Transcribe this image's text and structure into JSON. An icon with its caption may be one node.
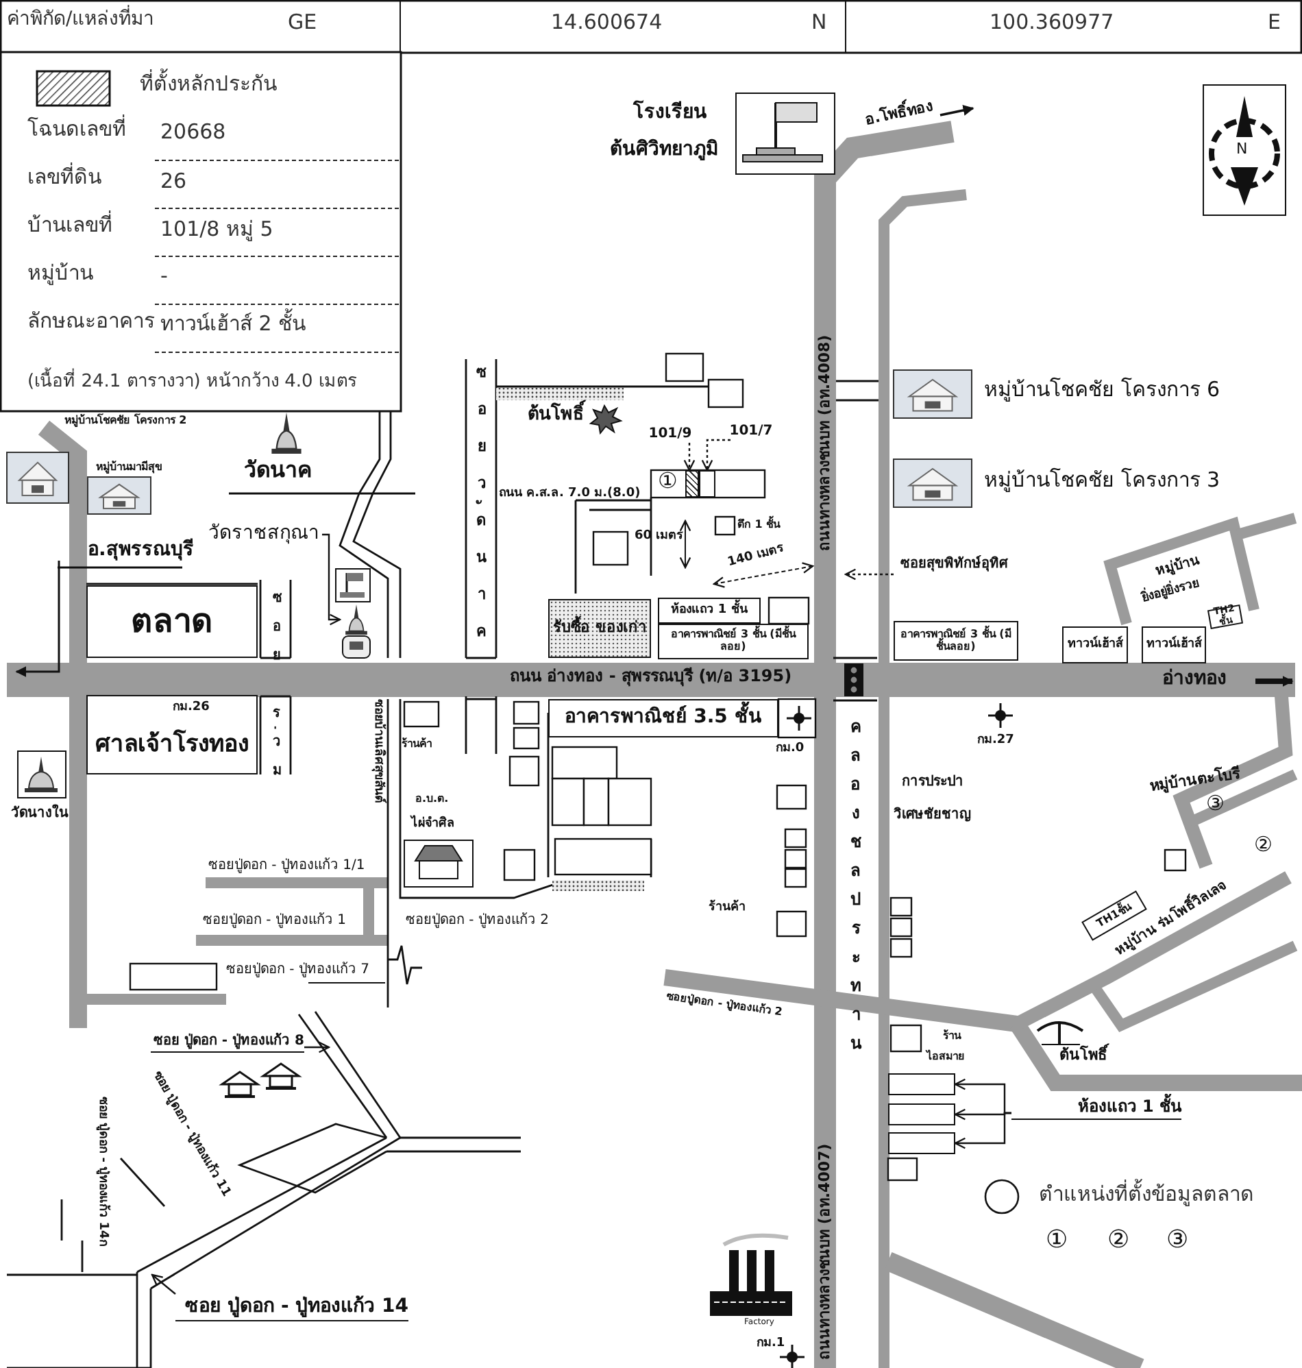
{
  "diagram": {
    "nodes": [
      {
        "text": [
          "ตลาด"
        ]
      },
      {
        "text": [
          "ศาลเจ้าโรงทอง"
        ]
      },
      {
        "text": [
          "รับซื้อ ของเก่า"
        ]
      },
      {
        "text": [
          "ห้องแถว 1 ชั้น"
        ]
      },
      {
        "text": [
          "อาคารพาณิชย์ 3 ชั้น (มีชั้นลอย)"
        ]
      },
      {
        "text": [
          "อาคารพาณิชย์ 3 ชั้น (มีชั้นลอย)"
        ]
      },
      {
        "text": [
          "ทาวน์เฮ้าส์"
        ]
      },
      {
        "text": [
          "ทาวน์เฮ้าส์"
        ]
      },
      {
        "text": [
          "TH2 ชั้น"
        ]
      },
      {
        "text": [
          "อาคารพาณิชย์ 3.5 ชั้น"
        ]
      },
      {
        "text": [
          "TH1ชั้น"
        ]
      },
      {
        "text": [
          "วัดราชสกุณา"
        ]
      },
      {
        "text": [],
        "shape": "picture"
      },
      {
        "text": [
          "101/9"
        ]
      },
      {
        "text": [
          "101/7"
        ]
      },
      {
        "text": [],
        "shape": "box"
      },
      {
        "text": [],
        "shape": "box"
      },
      {
        "text": [
          "ห้องแถว 1 ชั้น"
        ]
      },
      {
        "text": [],
        "shape": "box"
      },
      {
        "text": [],
        "shape": "box"
      },
      {
        "text": [],
        "shape": "box"
      },
      {
        "text": [
          "ซอย ปู่ดอก - ปู่ทองแก้ว 8"
        ]
      },
      {
        "text": [
          "ซอย ปู่ดอก - ปู่ทองแก้ว 14"
        ]
      },
      {
        "text": [
          "ซอยสุขพิทักษ์อุทิศ"
        ]
      }
    ],
    "edges": [
      {
        "from": 11,
        "to": 12,
        "arrow": "to"
      },
      {
        "from": 13,
        "to": 15,
        "arrow": "to",
        "style": "dashed"
      },
      {
        "from": 14,
        "to": 16,
        "arrow": "to",
        "style": "dashed"
      },
      {
        "from": 17,
        "to": 18,
        "arrow": "to"
      },
      {
        "from": 17,
        "to": 19,
        "arrow": "to"
      },
      {
        "from": 17,
        "to": 20,
        "arrow": "to"
      },
      {
        "from": 21,
        "to": null,
        "arrow": "to"
      },
      {
        "from": 22,
        "to": null,
        "arrow": "to"
      },
      {
        "from": 23,
        "to": null,
        "arrow": "to",
        "style": "dashed"
      }
    ],
    "labels": [
      "ค่าพิกัด/แหล่งที่มา",
      "GE",
      "14.600674",
      "N",
      "100.360977",
      "E",
      "โฉนดเลขที่",
      "20668",
      "เลขที่ดิน",
      "26",
      "บ้านเลขที่",
      "101/8 หมู่ 5",
      "หมู่บ้าน",
      "-",
      "ลักษณะอาคาร",
      "ทาวน์เฮ้าส์ 2 ชั้น",
      "(เนื้อที่ 24.1 ตารางวา) หน้ากว้าง 4.0 เมตร",
      "โรงเรียน",
      "ต้นศิวิทยาภูมิ",
      "อ.โพธิ์ทอง",
      "หมู่บ้านโชคชัย โครงการ 6",
      "หมู่บ้านโชคชัย โครงการ 3",
      "หมู่บ้านโชคชัย โครงการ 2",
      "หมู่บ้านมามีสุข",
      "วัดนาค",
      "อ.สุพรรณบุรี",
      "ซอยวัดนาค",
      "ต้นโพธิ์",
      "ถนน ค.ส.ล. 7.0 ม.(8.0)",
      "①",
      "60 เมตร",
      "ตึก 1 ชั้น",
      "140 เมตร",
      "ถนน อ่างทอง - สุพรรณบุรี (ท/อ 3195)",
      "อ่างทอง",
      "กม.26",
      "ซอย",
      "ร่วม",
      "วัดนางใน",
      "ซอยบ้านเลิศสุขสันต์",
      "ร้านค้า",
      "อ.บ.ต.",
      "ไผ่จำศิล",
      "กม.0",
      "กม.27",
      "การประปา",
      "วิเศษชัยชาญ",
      "คลองชลประทาน",
      "ถนนทางหลวงชนบท (อท.4008)",
      "ร้านค้า",
      "หมู่บ้าน",
      "ยิ่งอยู่ยิ่งรวย",
      "หมู่บ้านตะโบรี",
      "③",
      "②",
      "หมู่บ้าน ร่มโพธิ์วิลเลจ",
      "ซอยปู่ดอก - ปู่ทองแก้ว 1/1",
      "ซอยปู่ดอก - ปู่ทองแก้ว 1",
      "ซอยปู่ดอก - ปู่ทองแก้ว 2",
      "ซอยปู่ดอก - ปู่ทองแก้ว 7",
      "ซอย ปู่ดอก - ปู่ทองแก้ว 14ก",
      "ซอย ปู่ดอก - ปู่ทองแก้ว 11",
      "ซอยปู่ดอก - ปู่ทองแก้ว 2",
      "ร้าน",
      "ไอสมาย",
      "ต้นโพธิ์",
      "Factory",
      "กม.1",
      "①",
      "②",
      "③",
      "ถนนทางหลวงชนบท (อท.4007)",
      "N"
    ],
    "legend": [
      {
        "text": "ที่ตั้งหลักประกัน"
      },
      {
        "text": "ตำแหน่งที่ตั้งข้อมูลตลาด"
      }
    ]
  }
}
